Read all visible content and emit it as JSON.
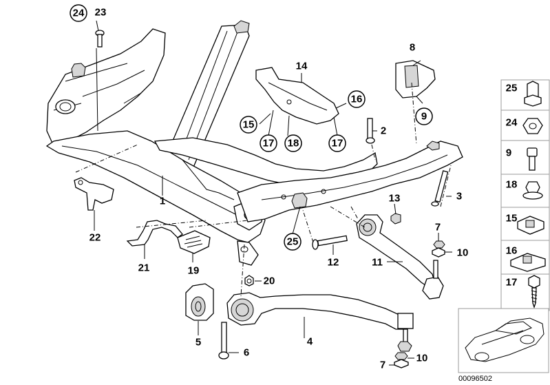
{
  "callouts": {
    "c1": "1",
    "c2": "2",
    "c3": "3",
    "c4": "4",
    "c5": "5",
    "c6": "6",
    "c7a": "7",
    "c7b": "7",
    "c8": "8",
    "c9": "9",
    "c10a": "10",
    "c10b": "10",
    "c11": "11",
    "c12": "12",
    "c13": "13",
    "c14": "14",
    "c15": "15",
    "c16": "16",
    "c17a": "17",
    "c17b": "17",
    "c18": "18",
    "c19": "19",
    "c20": "20",
    "c21": "21",
    "c22": "22",
    "c23": "23",
    "c24": "24",
    "c25": "25"
  },
  "side_panel": {
    "items": [
      {
        "label": "25",
        "icon": "cap-nut-icon",
        "circled": false
      },
      {
        "label": "24",
        "icon": "hex-nut-icon",
        "circled": false
      },
      {
        "label": "9",
        "icon": "socket-bolt-icon",
        "circled": false
      },
      {
        "label": "18",
        "icon": "flange-nut-icon",
        "circled": false
      },
      {
        "label": "15",
        "icon": "spring-nut-icon",
        "circled": false
      },
      {
        "label": "16",
        "icon": "spring-nut-icon",
        "circled": false
      },
      {
        "label": "17",
        "icon": "self-tapping-screw-icon",
        "circled": false
      }
    ]
  },
  "vehicle_thumbnail": {
    "icon": "car-silhouette-icon"
  },
  "reference_number": "00096502"
}
